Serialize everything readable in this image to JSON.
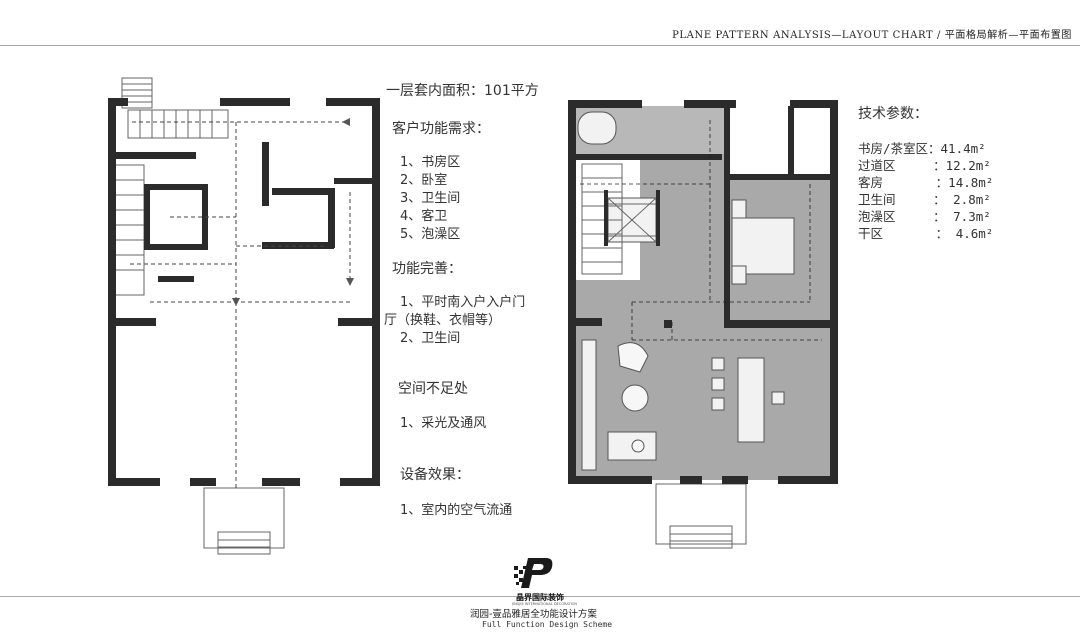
{
  "header": {
    "title": "PLANE PATTERN ANALYSIS—LAYOUT CHART / 平面格局解析—平面布置图"
  },
  "analysis": {
    "area": "一层套内面积：101平方",
    "needs_title": "客户功能需求：",
    "needs": [
      "1、书房区",
      "2、卧室",
      "3、卫生间",
      "4、客卫",
      "5、泡澡区"
    ],
    "improve_title": "功能完善：",
    "improve": [
      "1、平时南入户入户门",
      "厅（换鞋、衣帽等）",
      "2、卫生间"
    ],
    "shortage_title": "空间不足处",
    "shortage": [
      "1、采光及通风"
    ],
    "effect_title": "设备效果：",
    "effect": [
      "1、室内的空气流通"
    ]
  },
  "specs": {
    "title": "技术参数：",
    "rows": [
      "书房/茶室区：41.4m²",
      "过道区     ：12.2m²",
      "客房       ：14.8m²",
      "卫生间     ： 2.8m²",
      "泡澡区     ： 7.3m²",
      "干区       ： 4.6m²"
    ]
  },
  "footer": {
    "logo_text": "晶界国际装饰",
    "logo_sub": "JINGJIE INTERNATIONAL DECORATION",
    "project": "润园-壹品雅居全功能设计方案",
    "subtitle": "Full Function Design Scheme"
  },
  "colors": {
    "wall": "#2b2b2b",
    "floor": "#a9a9a9",
    "accent": "#222222"
  }
}
